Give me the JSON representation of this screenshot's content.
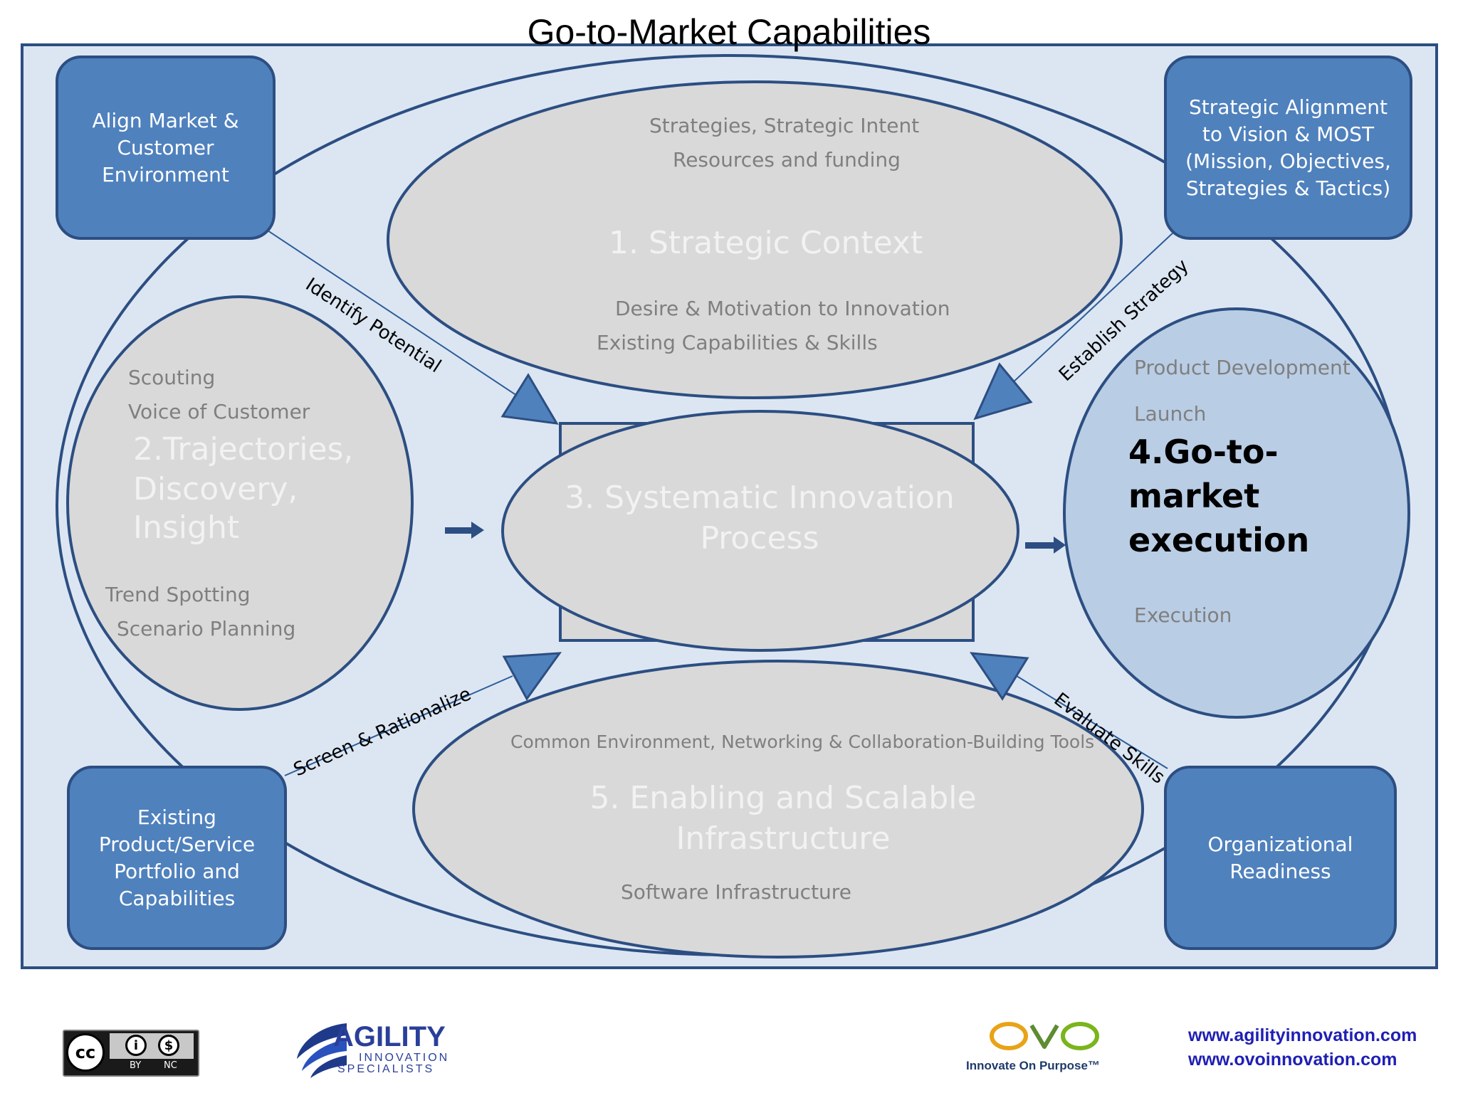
{
  "title": "Go-to-Market Capabilities",
  "corner_boxes": {
    "top_left": "Align Market &\nCustomer\nEnvironment",
    "top_right": "Strategic Alignment\nto Vision & MOST\n(Mission, Objectives,\nStrategies & Tactics)",
    "bottom_left": "Existing\nProduct/Service\nPortfolio and\nCapabilities",
    "bottom_right": "Organizational\nReadiness"
  },
  "strategic_context": {
    "title": "1. Strategic Context",
    "items": [
      "Strategies, Strategic Intent",
      "Resources and funding",
      "Desire & Motivation to Innovation",
      "Existing Capabilities  & Skills"
    ]
  },
  "trajectories": {
    "title_line1": "2.Trajectories,",
    "title_line2": "Discovery,",
    "title_line3": "Insight",
    "items": [
      "Scouting",
      "Voice of Customer",
      "Trend Spotting",
      "Scenario Planning"
    ]
  },
  "systematic": {
    "title_line1": "3. Systematic Innovation",
    "title_line2": "Process"
  },
  "go_to_market": {
    "title": "4.Go-to-\nmarket\nexecution",
    "items": [
      "Product Development",
      "Launch",
      "Execution"
    ]
  },
  "enabling": {
    "title_line1": "5. Enabling and Scalable",
    "title_line2": "Infrastructure",
    "items": [
      "Common Environment, Networking  & Collaboration-Building Tools",
      "Software Infrastructure"
    ]
  },
  "connector_labels": {
    "identify": "Identify Potential",
    "establish": "Establish Strategy",
    "screen": "Screen & Rationalize",
    "evaluate": "Evaluate Skills"
  },
  "footer": {
    "cc_by": "BY",
    "cc_nc": "NC",
    "agility_main": "AGILITY",
    "agility_sub1": "INNOVATION",
    "agility_sub2": "SPECIALISTS",
    "ovo": "OVO",
    "ovo_tagline": "Innovate On Purpose™",
    "url1": "www.agilityinnovation.com",
    "url2": "www.ovoinnovation.com"
  },
  "colors": {
    "panel_bg": "#dce6f2",
    "outline": "#2c4e82",
    "box_fill": "#4f81bd",
    "grey_ellipse": "#d9d9d9",
    "go_ellipse": "#b9cde5",
    "arrow_fill": "#4f81bd"
  }
}
